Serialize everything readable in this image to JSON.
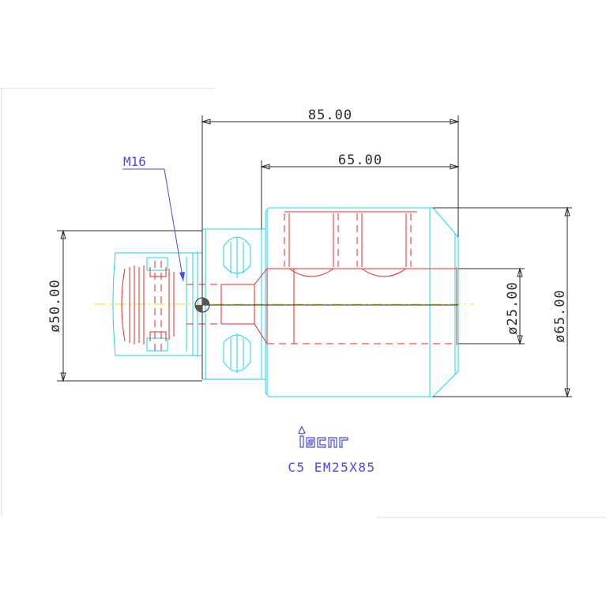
{
  "dimensions": {
    "overall_length": "85.00",
    "body_length": "65.00",
    "shank_diameter": "ø50.00",
    "bore_diameter": "ø25.00",
    "body_diameter": "ø65.00"
  },
  "thread_callout": "M16",
  "product_code": "C5 EM25X85",
  "brand": "iscar",
  "colors": {
    "outline": "#18d6e8",
    "hidden_detail": "#ec2a2a",
    "dimension": "#2a2a2a",
    "center_line": "#e6e020",
    "annotation": "#4a4ae6"
  }
}
